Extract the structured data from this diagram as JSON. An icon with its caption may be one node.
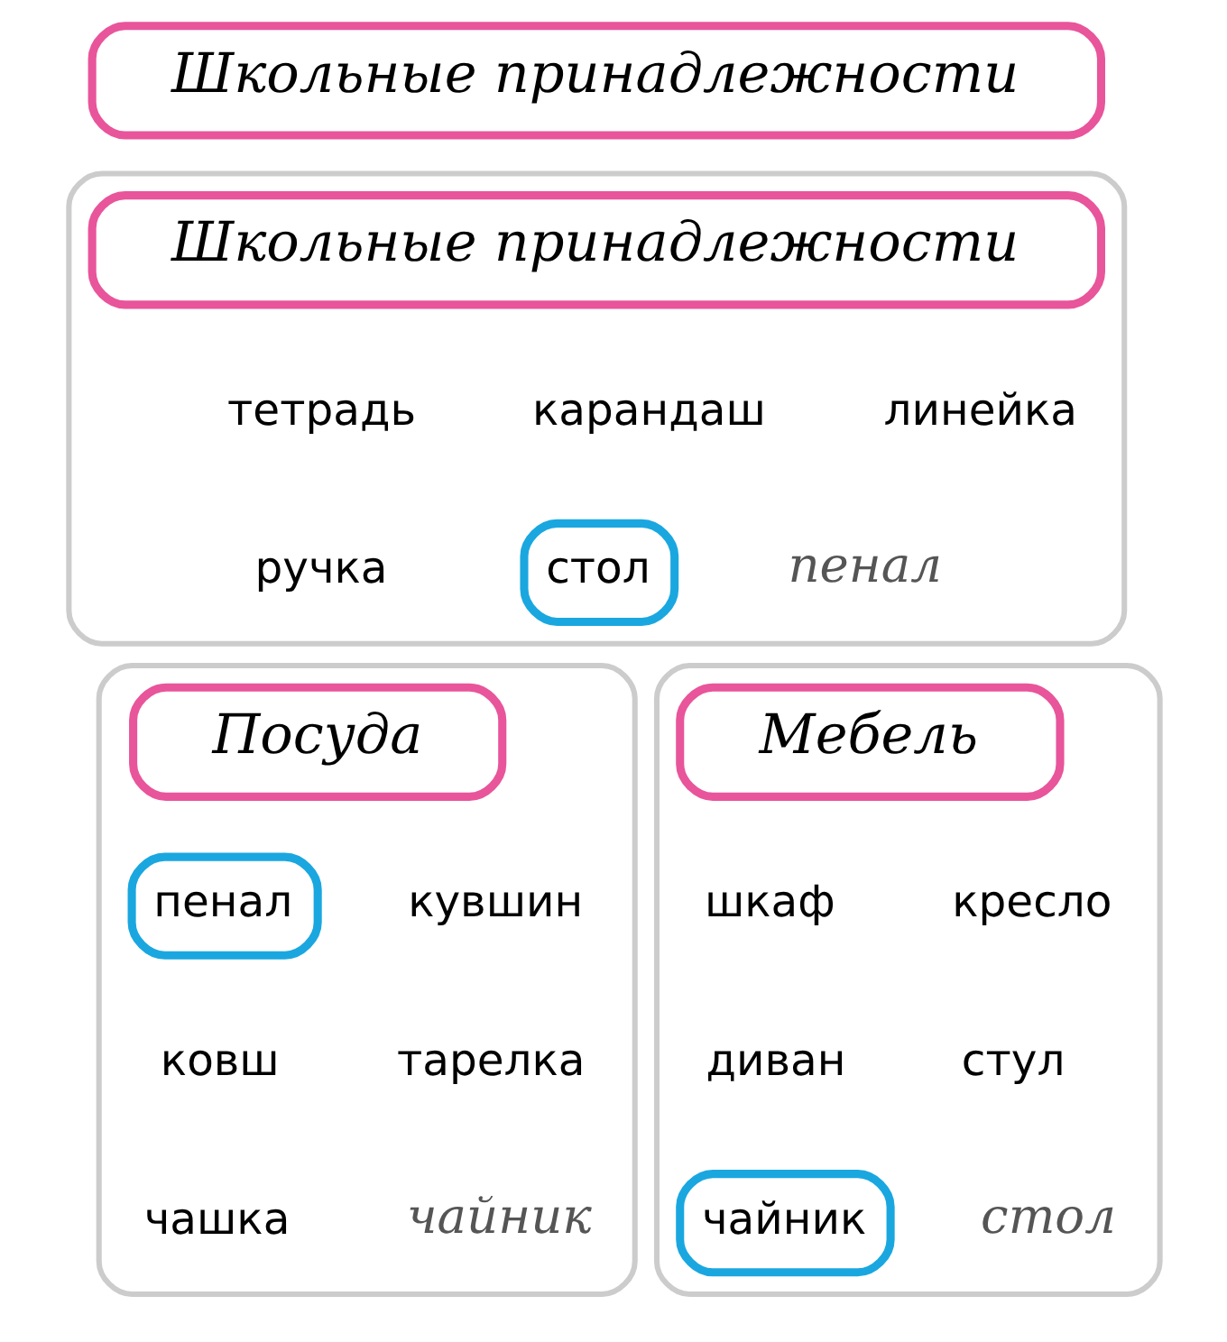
{
  "diagram": {
    "nodes": [
      {
        "text": [
          "Школьные принадлежности"
        ]
      },
      {
        "text": [],
        "shape": "box"
      },
      {
        "text": [
          "Школьные принадлежности"
        ],
        "in": 1
      },
      {
        "text": [
          "тетрадь"
        ],
        "in": 1
      },
      {
        "text": [
          "карандаш"
        ],
        "in": 1
      },
      {
        "text": [
          "линейка"
        ],
        "in": 1
      },
      {
        "text": [
          "ручка"
        ],
        "in": 1
      },
      {
        "text": [
          "стол"
        ],
        "in": 1
      },
      {
        "text": [
          "пенал"
        ],
        "in": 1
      },
      {
        "text": [],
        "shape": "box"
      },
      {
        "text": [
          "Посуда"
        ],
        "in": 9
      },
      {
        "text": [
          "пенал"
        ],
        "in": 9
      },
      {
        "text": [
          "кувшин"
        ],
        "in": 9
      },
      {
        "text": [
          "ковш"
        ],
        "in": 9
      },
      {
        "text": [
          "тарелка"
        ],
        "in": 9
      },
      {
        "text": [
          "чашка"
        ],
        "in": 9
      },
      {
        "text": [
          "чайник"
        ],
        "in": 9
      },
      {
        "text": [],
        "shape": "box"
      },
      {
        "text": [
          "Мебель"
        ],
        "in": 17
      },
      {
        "text": [
          "шкаф"
        ],
        "in": 17
      },
      {
        "text": [
          "кресло"
        ],
        "in": 17
      },
      {
        "text": [
          "диван"
        ],
        "in": 17
      },
      {
        "text": [
          "стул"
        ],
        "in": 17
      },
      {
        "text": [
          "чайник"
        ],
        "in": 17
      },
      {
        "text": [
          "стол"
        ],
        "in": 17
      }
    ],
    "edges": []
  }
}
